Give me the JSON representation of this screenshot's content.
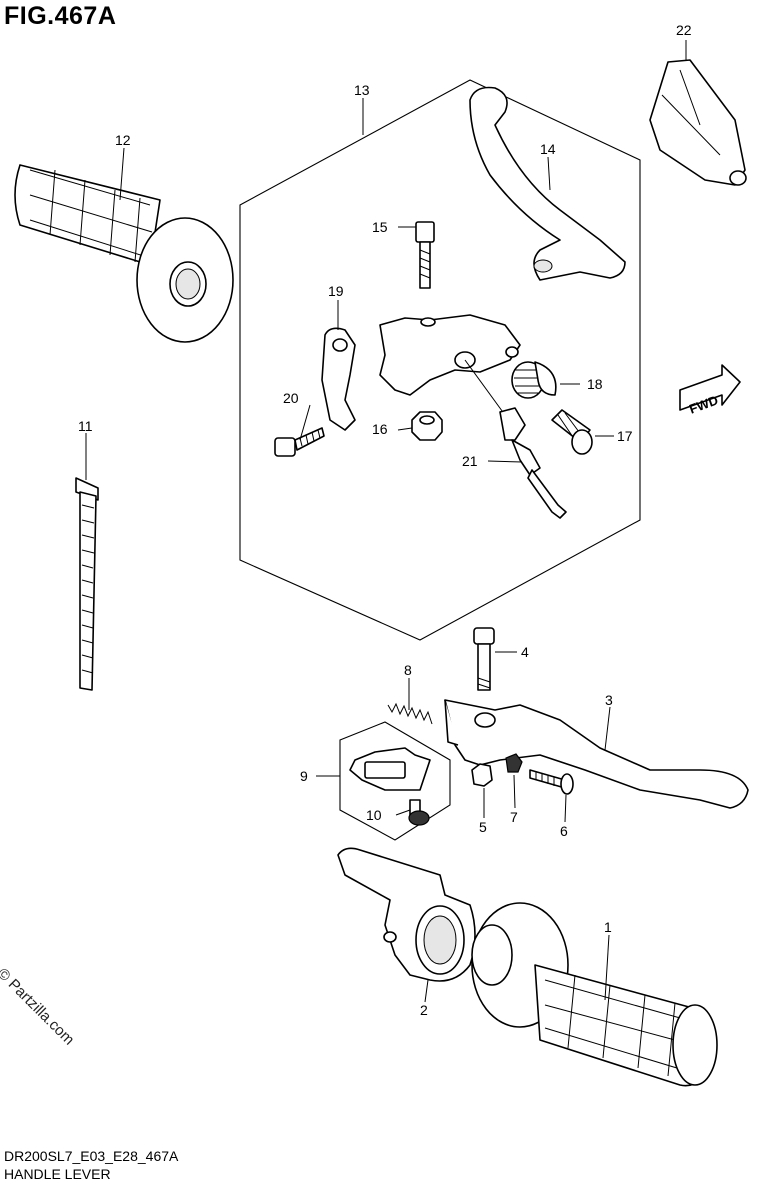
{
  "figure": {
    "title": "FIG.467A",
    "diagram_code": "DR200SL7_E03_E28_467A",
    "caption": "HANDLE LEVER",
    "watermark": "© Partzilla.com",
    "direction_label": "FWD"
  },
  "callouts": [
    "1",
    "2",
    "3",
    "4",
    "5",
    "6",
    "7",
    "8",
    "9",
    "10",
    "11",
    "12",
    "13",
    "14",
    "15",
    "16",
    "17",
    "18",
    "19",
    "20",
    "21",
    "22"
  ]
}
